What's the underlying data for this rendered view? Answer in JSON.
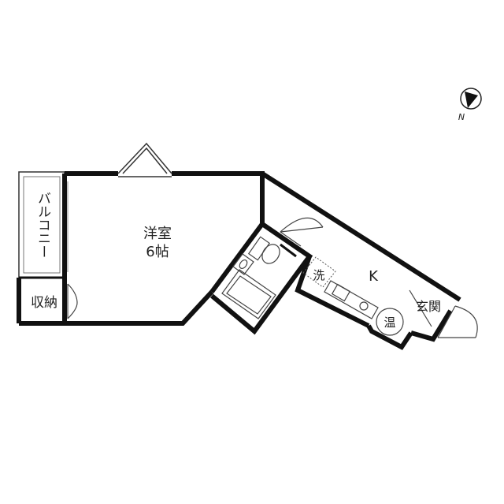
{
  "floor_plan": {
    "rooms": {
      "western_room": {
        "name": "洋室",
        "size": "6帖"
      },
      "balcony": {
        "name": "バルコニー"
      },
      "storage": {
        "name": "収納"
      },
      "kitchen": {
        "name": "K"
      },
      "entrance": {
        "name": "玄関"
      },
      "laundry": {
        "name": "洗"
      },
      "water_heater": {
        "name": "温"
      }
    },
    "compass": {
      "letter": "N"
    }
  }
}
